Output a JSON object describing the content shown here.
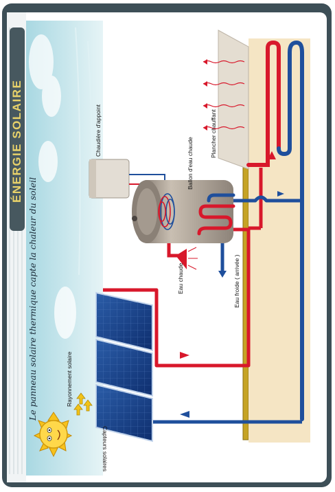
{
  "title": "ÉNERGIE SOLAIRE",
  "subtitle": "Le panneau solaire thermique capte la chaleur du soleil",
  "labels": {
    "boiler": "Chaudière d'appoint",
    "tank": "Ballon d'eau chaude",
    "floor": "Plancher chauffant",
    "hot_water": "Eau chaude",
    "cold_water": "Eau froide ( arrivée )",
    "radiation": "Rayonnement solaire",
    "collectors": "Capteurs solaires"
  },
  "colors": {
    "hot": "#d8182b",
    "cold": "#1f4f9c",
    "frame": "#3d4f57",
    "sky": "#bfe3ea",
    "title": "#e8d26a"
  },
  "icons": [
    "sun-icon",
    "arrow-icon",
    "tap-icon"
  ]
}
